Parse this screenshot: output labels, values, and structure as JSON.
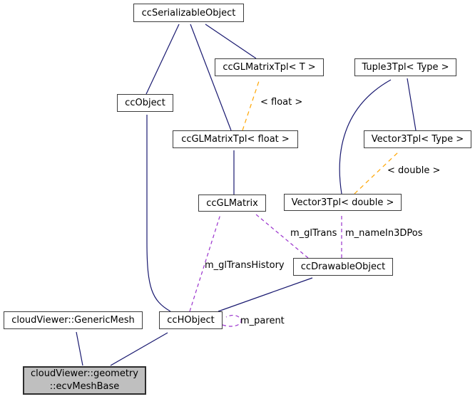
{
  "diagram": {
    "kind": "class-collaboration-graph",
    "colors": {
      "background": "#ffffff",
      "inheritance_edge": "#191970",
      "template_edge": "#ffa500",
      "usage_edge": "#9a32cd",
      "node_border": "#3d3d3d",
      "main_node_fill": "#bfbfbf",
      "text": "#000000"
    },
    "nodes": [
      {
        "id": "ccSerializableObject",
        "label": "ccSerializableObject"
      },
      {
        "id": "ccGLMatrixTpl_T",
        "label": "ccGLMatrixTpl< T >"
      },
      {
        "id": "Tuple3Tpl_Type",
        "label": "Tuple3Tpl< Type >"
      },
      {
        "id": "ccObject",
        "label": "ccObject"
      },
      {
        "id": "ccGLMatrixTpl_float",
        "label": "ccGLMatrixTpl< float >"
      },
      {
        "id": "Vector3Tpl_Type",
        "label": "Vector3Tpl< Type >"
      },
      {
        "id": "ccGLMatrix",
        "label": "ccGLMatrix"
      },
      {
        "id": "Vector3Tpl_double",
        "label": "Vector3Tpl< double >"
      },
      {
        "id": "ccDrawableObject",
        "label": "ccDrawableObject"
      },
      {
        "id": "cloudViewer_GenericMesh",
        "label": "cloudViewer::GenericMesh"
      },
      {
        "id": "ccHObject",
        "label": "ccHObject"
      },
      {
        "id": "ecvMeshBase",
        "line1": "cloudViewer::geometry",
        "line2": "::ecvMeshBase",
        "main": true
      }
    ],
    "edges": [
      {
        "from": "ccObject",
        "to": "ccSerializableObject",
        "type": "inheritance",
        "label": ""
      },
      {
        "from": "ccGLMatrixTpl< float >",
        "to": "ccSerializableObject",
        "type": "inheritance",
        "label": ""
      },
      {
        "from": "ccGLMatrixTpl< T >",
        "to": "ccSerializableObject",
        "type": "inheritance",
        "label": ""
      },
      {
        "from": "ccGLMatrix",
        "to": "ccGLMatrixTpl< float >",
        "type": "inheritance",
        "label": ""
      },
      {
        "from": "Vector3Tpl< Type >",
        "to": "Tuple3Tpl< Type >",
        "type": "inheritance",
        "label": ""
      },
      {
        "from": "Vector3Tpl< double >",
        "to": "Tuple3Tpl< Type >",
        "type": "inheritance",
        "label": ""
      },
      {
        "from": "ccHObject",
        "to": "ccObject",
        "type": "inheritance",
        "label": ""
      },
      {
        "from": "ccHObject",
        "to": "ccDrawableObject",
        "type": "inheritance",
        "label": ""
      },
      {
        "from": "cloudViewer::geometry::ecvMeshBase",
        "to": "cloudViewer::GenericMesh",
        "type": "inheritance",
        "label": ""
      },
      {
        "from": "cloudViewer::geometry::ecvMeshBase",
        "to": "ccHObject",
        "type": "inheritance",
        "label": ""
      },
      {
        "from": "ccGLMatrixTpl< float >",
        "to": "ccGLMatrixTpl< T >",
        "type": "template-instance",
        "label": "< float >"
      },
      {
        "from": "Vector3Tpl< double >",
        "to": "Vector3Tpl< Type >",
        "type": "template-instance",
        "label": "< double >"
      },
      {
        "from": "ccDrawableObject",
        "to": "ccGLMatrix",
        "type": "usage",
        "label": "m_glTrans"
      },
      {
        "from": "ccDrawableObject",
        "to": "Vector3Tpl< double >",
        "type": "usage",
        "label": "m_nameIn3DPos"
      },
      {
        "from": "ccHObject",
        "to": "ccGLMatrix",
        "type": "usage",
        "label": "m_glTransHistory"
      },
      {
        "from": "ccHObject",
        "to": "ccHObject",
        "type": "usage",
        "label": "m_parent"
      }
    ]
  }
}
